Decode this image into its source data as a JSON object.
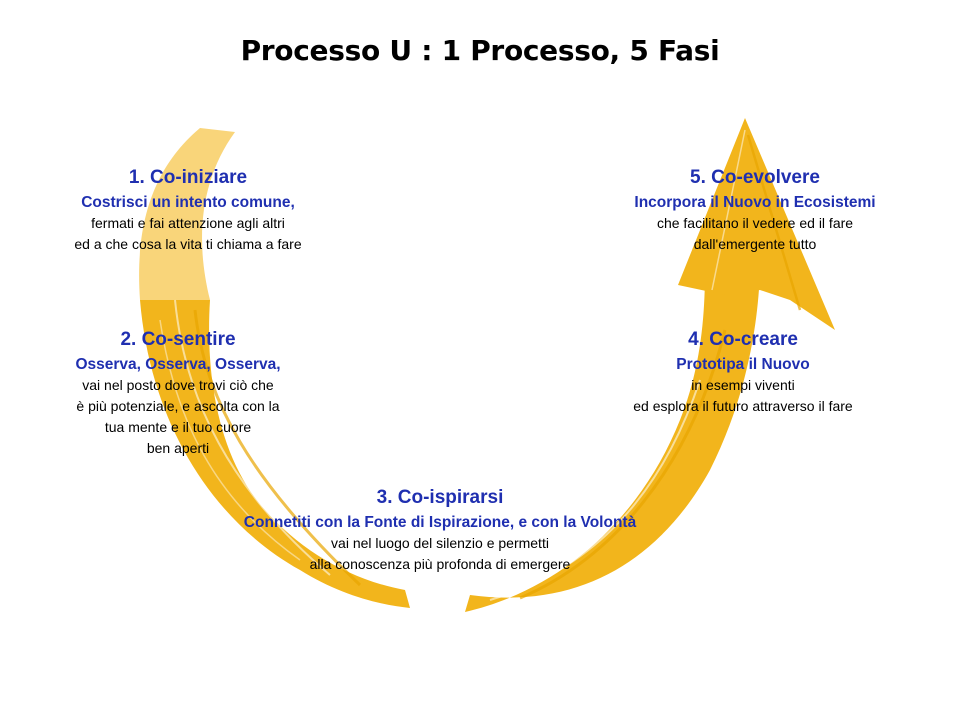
{
  "title": "Processo U : 1 Processo, 5 Fasi",
  "colors": {
    "accent_text": "#1f2fb0",
    "arrow": "#f2b51c",
    "arrow_light": "#f9d57a"
  },
  "phases": [
    {
      "title": "1. Co-iniziare",
      "subtitle": "Costrisci un intento comune,",
      "lines": [
        "fermati e fai attenzione agli altri",
        "ed a che cosa la vita ti chiama a fare"
      ]
    },
    {
      "title": "2. Co-sentire",
      "subtitle": "Osserva, Osserva, Osserva,",
      "lines": [
        "vai nel posto dove trovi ciò che",
        "è più potenziale, e ascolta con la",
        "tua mente e il tuo cuore",
        "ben aperti"
      ]
    },
    {
      "title": "3. Co-ispirarsi",
      "subtitle": "Connetiti con la Fonte di Ispirazione, e con la Volontà",
      "lines": [
        "vai nel luogo del silenzio e permetti",
        "alla conoscenza più profonda di emergere"
      ]
    },
    {
      "title": "4. Co-creare",
      "subtitle": "Prototipa il Nuovo",
      "lines": [
        "in esempi viventi",
        "ed esplora il futuro attraverso il fare"
      ]
    },
    {
      "title": "5. Co-evolvere",
      "subtitle": "Incorpora il Nuovo in Ecosistemi",
      "lines": [
        "che facilitano il vedere ed il fare",
        "dall'emergente tutto"
      ]
    }
  ]
}
